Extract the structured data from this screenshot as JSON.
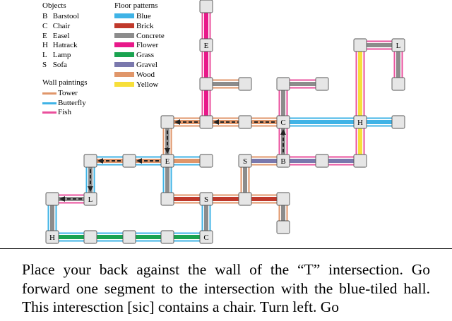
{
  "legend": {
    "objects_title": "Objects",
    "objects": [
      {
        "code": "B",
        "name": "Barstool"
      },
      {
        "code": "C",
        "name": "Chair"
      },
      {
        "code": "E",
        "name": "Easel"
      },
      {
        "code": "H",
        "name": "Hatrack"
      },
      {
        "code": "L",
        "name": "Lamp"
      },
      {
        "code": "S",
        "name": "Sofa"
      }
    ],
    "floor_title": "Floor patterns",
    "floors": [
      {
        "name": "Blue",
        "color": "#3fb3e6"
      },
      {
        "name": "Brick",
        "color": "#c0392b"
      },
      {
        "name": "Concrete",
        "color": "#8c8c8c"
      },
      {
        "name": "Flower",
        "color": "#e8198a"
      },
      {
        "name": "Grass",
        "color": "#1aa350"
      },
      {
        "name": "Gravel",
        "color": "#7a78ad"
      },
      {
        "name": "Wood",
        "color": "#e0966a"
      },
      {
        "name": "Yellow",
        "color": "#f7df3a"
      }
    ],
    "wall_title": "Wall paintings",
    "walls": [
      {
        "name": "Tower",
        "color": "#e0966a"
      },
      {
        "name": "Butterfly",
        "color": "#3fb3e6"
      },
      {
        "name": "Fish",
        "color": "#ea4f9c"
      }
    ]
  },
  "map": {
    "node_labels": [
      "E",
      "L",
      "C",
      "H",
      "S",
      "B",
      "E",
      "S",
      "L",
      "H",
      "C"
    ]
  },
  "instruction": "Place your back against the wall of the “T” intersection. Go forward one segment to the intersection with the blue-tiled hall. This interesction [sic] contains a chair. Turn left. Go"
}
